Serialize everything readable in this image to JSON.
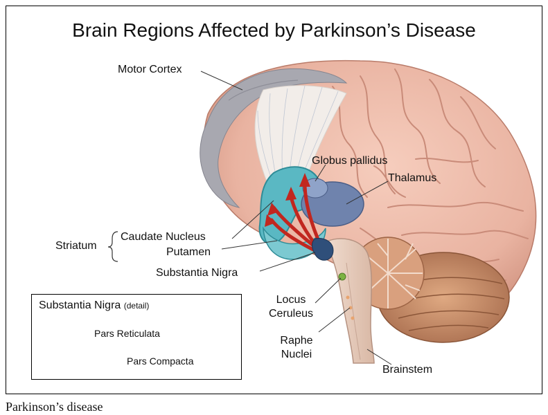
{
  "title": "Brain Regions Affected by Parkinson’s Disease",
  "labels": {
    "motor_cortex": "Motor Cortex",
    "globus_pallidus": "Globus pallidus",
    "thalamus": "Thalamus",
    "striatum": "Striatum",
    "caudate_nucleus": "Caudate Nucleus",
    "putamen": "Putamen",
    "substantia_nigra": "Substantia Nigra",
    "locus_ceruleus_line1": "Locus",
    "locus_ceruleus_line2": "Ceruleus",
    "raphe_nuclei_line1": "Raphe",
    "raphe_nuclei_line2": "Nuclei",
    "brainstem": "Brainstem"
  },
  "inset": {
    "title": "Substantia Nigra",
    "title_note": "(detail)",
    "pars_reticulata": "Pars Reticulata",
    "pars_compacta": "Pars Compacta"
  },
  "caption": "Parkinson’s disease",
  "colors": {
    "cortex": "#e9b3a1",
    "cortex_fold": "#c98b79",
    "motor_cortex_band": "#a8a8b0",
    "white_matter": "#f2ede9",
    "striatum": "#5ab8c3",
    "thalamus": "#6f83ad",
    "pathway_arrows": "#c1271f",
    "cerebellum": "#c8906a",
    "brainstem": "#e6cdbd",
    "substantia_nigra": "#3a6fa8"
  }
}
